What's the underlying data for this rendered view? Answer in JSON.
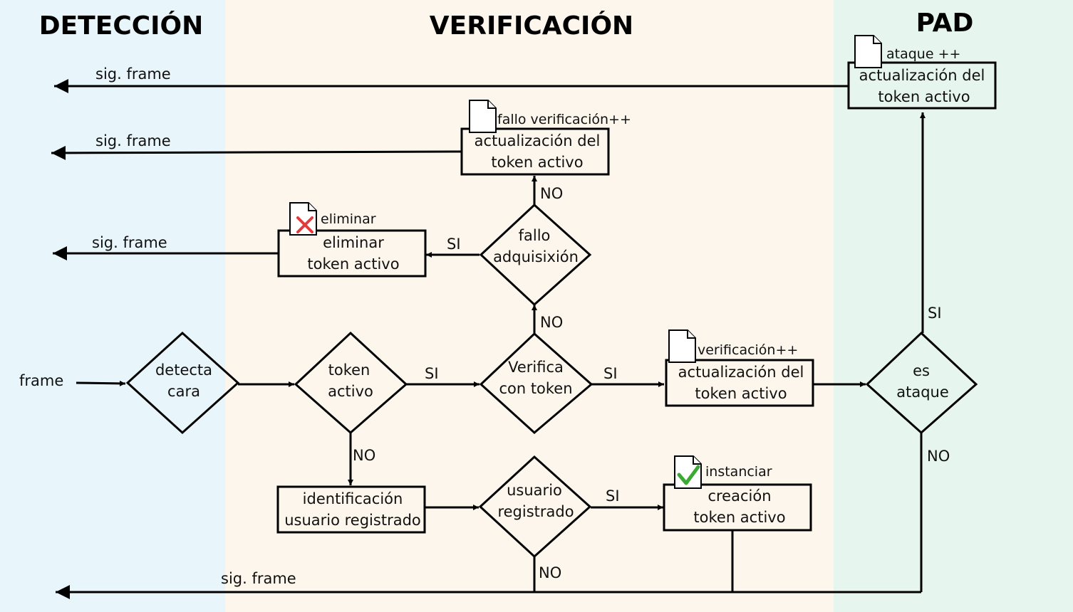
{
  "sections": {
    "deteccion": "DETECCIÓN",
    "verificacion": "VERIFICACIÓN",
    "pad": "PAD"
  },
  "colors": {
    "deteccion_bg": "#e8f5fb",
    "verificacion_bg": "#fdf6ec",
    "pad_bg": "#e7f5ef",
    "cross": "#e03c3c",
    "check": "#3aaa35"
  },
  "labels": {
    "frame": "frame",
    "sig_frame": "sig. frame",
    "si": "SI",
    "no": "NO"
  },
  "decisions": {
    "detecta_cara": [
      "detecta",
      "cara"
    ],
    "token_activo": [
      "token",
      "activo"
    ],
    "verifica": [
      "Verifica",
      "con token"
    ],
    "fallo_adq": [
      "fallo",
      "adquisixión"
    ],
    "usuario_reg": [
      "usuario",
      "registrado"
    ],
    "es_ataque": [
      "es",
      "ataque"
    ]
  },
  "processes": {
    "identificacion": [
      "identificación",
      "usuario registrado"
    ],
    "creacion": [
      "creación",
      "token activo"
    ],
    "act_verif": [
      "actualización del",
      "token activo"
    ],
    "act_fallo": [
      "actualización del",
      "token activo"
    ],
    "act_ataque": [
      "actualización del",
      "token activo"
    ],
    "eliminar": [
      "eliminar",
      "token activo"
    ]
  },
  "doc_tags": {
    "instanciar": "instanciar",
    "verificacion": "verificación++",
    "fallo": "fallo verificación++",
    "ataque": "ataque ++",
    "eliminar": "eliminar"
  },
  "icons": {
    "document": "document-icon",
    "cross": "cross-icon",
    "check": "check-icon"
  }
}
